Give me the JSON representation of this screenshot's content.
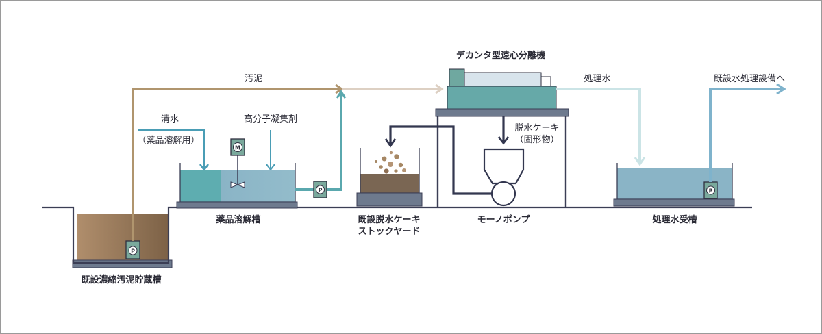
{
  "colors": {
    "frame": "#9a9a9a",
    "ground": "#3b3e55",
    "sludge_brown": "#a68a6b",
    "sludge_brown_dark": "#8a6c4d",
    "pipe_brown": "#b0956e",
    "pipe_teal": "#5aa8ae",
    "pipe_clean_water": "#4a9db5",
    "pipe_light_teal": "#9ccfd4",
    "pipe_pale": "#d9ccbf",
    "cake_line": "#33374f",
    "water_blue": "#8ab4c6",
    "water_teal": "#5eadb0",
    "tank_base": "#6e7a8e"
  },
  "labels": {
    "sludge": "汚泥",
    "clean_water": "清水",
    "for_chemical": "（薬品溶解用）",
    "polymer": "高分子凝集剤",
    "decanter": "デカンタ型遠心分離機",
    "treated_water": "処理水",
    "to_existing_facility": "既設水処理設備へ",
    "cake_line1": "脱水ケーキ",
    "cake_line2": "（固形物）",
    "chemical_tank": "薬品溶解槽",
    "cake_yard_line1": "既設脱水ケーキ",
    "cake_yard_line2": "ストックヤード",
    "mono_pump": "モーノポンプ",
    "treated_tank": "処理水受槽",
    "sludge_storage": "既設濃縮汚泥貯蔵槽"
  },
  "icons": {
    "motor": "M",
    "pump": "P"
  }
}
